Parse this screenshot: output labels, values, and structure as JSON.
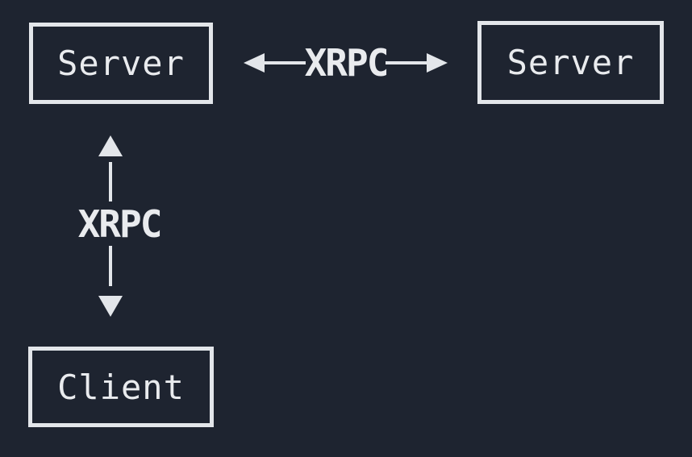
{
  "canvas": {
    "background_color": "#1e2430",
    "foreground_color": "#e3e6ea",
    "text_color": "#e9ebee"
  },
  "nodes": [
    {
      "id": "server-left",
      "label": "Server"
    },
    {
      "id": "server-right",
      "label": "Server"
    },
    {
      "id": "client",
      "label": "Client"
    }
  ],
  "edges": [
    {
      "id": "server-to-server",
      "label": "XRPC",
      "orientation": "horizontal",
      "style": "bidirectional-arrow",
      "from": "server-left",
      "to": "server-right"
    },
    {
      "id": "client-to-server",
      "label": "XRPC",
      "orientation": "vertical",
      "style": "bidirectional-arrow",
      "from": "client",
      "to": "server-left"
    }
  ]
}
